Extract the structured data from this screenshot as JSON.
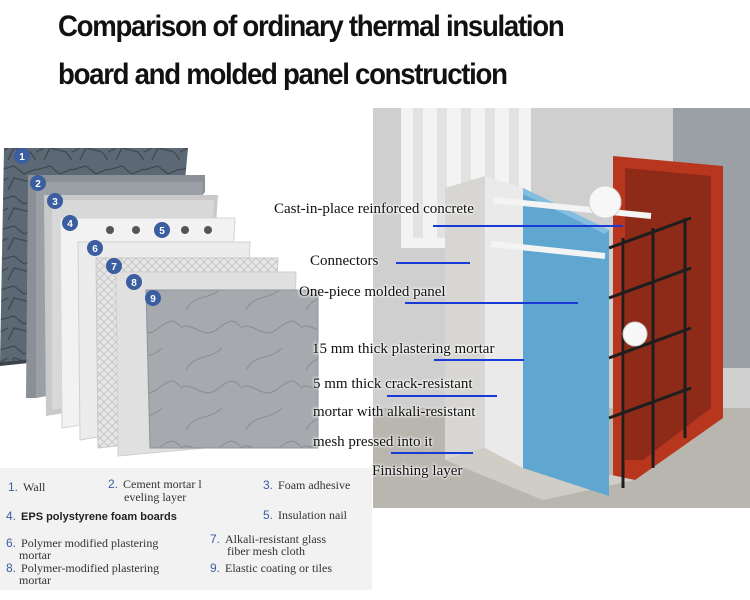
{
  "title": {
    "line1": "Comparison of ordinary thermal insulation",
    "line2": "board and molded panel construction"
  },
  "layer_numbers": [
    "1",
    "2",
    "3",
    "4",
    "5",
    "6",
    "7",
    "8",
    "9"
  ],
  "legend": {
    "items": [
      {
        "num": "1.",
        "label": "Wall"
      },
      {
        "num": "2.",
        "label": "Cement mortar l",
        "label2": "eveling layer"
      },
      {
        "num": "3.",
        "label": "Foam adhesive"
      },
      {
        "num": "4.",
        "label": "EPS polystyrene foam boards"
      },
      {
        "num": "5.",
        "label": "Insulation nail"
      },
      {
        "num": "6.",
        "label": "Polymer modified plastering",
        "label2": "mortar"
      },
      {
        "num": "7.",
        "label": "Alkali-resistant glass",
        "label2": "fiber mesh cloth"
      },
      {
        "num": "8.",
        "label": "Polymer-modified plastering",
        "label2": "mortar"
      },
      {
        "num": "9.",
        "label": "Elastic coating or tiles"
      }
    ]
  },
  "annotations": {
    "concrete": "Cast-in-place reinforced concrete",
    "connectors": "Connectors",
    "panel": "One-piece molded panel",
    "plaster": "15 mm thick plastering mortar",
    "crack1": "5 mm thick crack-resistant",
    "crack2": "mortar with alkali-resistant",
    "crack3": "mesh pressed into it",
    "finish": "Finishing layer"
  },
  "colors": {
    "accent_blue": "#3a5ea0",
    "underline_blue": "#1a3ad6",
    "foam_blue": "#5fa6d0",
    "formwork_red": "#b8361d",
    "stone_gray": "#5a6672"
  }
}
